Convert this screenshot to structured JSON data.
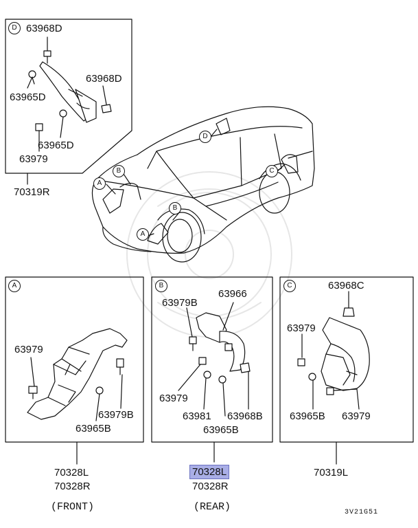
{
  "diagram": {
    "inset_d": {
      "badge": "D",
      "parts": [
        "63968D",
        "63965D",
        "63968D",
        "63965D",
        "63979"
      ],
      "assembly": "70319R"
    },
    "car_badges": [
      "A",
      "B",
      "D",
      "C",
      "B",
      "A"
    ],
    "panel_a": {
      "badge": "A",
      "parts": [
        "63979",
        "63979B",
        "63965B"
      ],
      "assembly": [
        "70328L",
        "70328R"
      ],
      "caption": "(FRONT)"
    },
    "panel_b": {
      "badge": "B",
      "parts": [
        "63979B",
        "63966",
        "63979",
        "63981",
        "63968B",
        "63965B"
      ],
      "assembly_selected": "70328L",
      "assembly": "70328R",
      "caption": "(REAR)"
    },
    "panel_c": {
      "badge": "C",
      "parts": [
        "63968C",
        "63979",
        "63965B",
        "63979"
      ],
      "assembly": "70319L"
    },
    "figure_code": "3V21G51"
  }
}
